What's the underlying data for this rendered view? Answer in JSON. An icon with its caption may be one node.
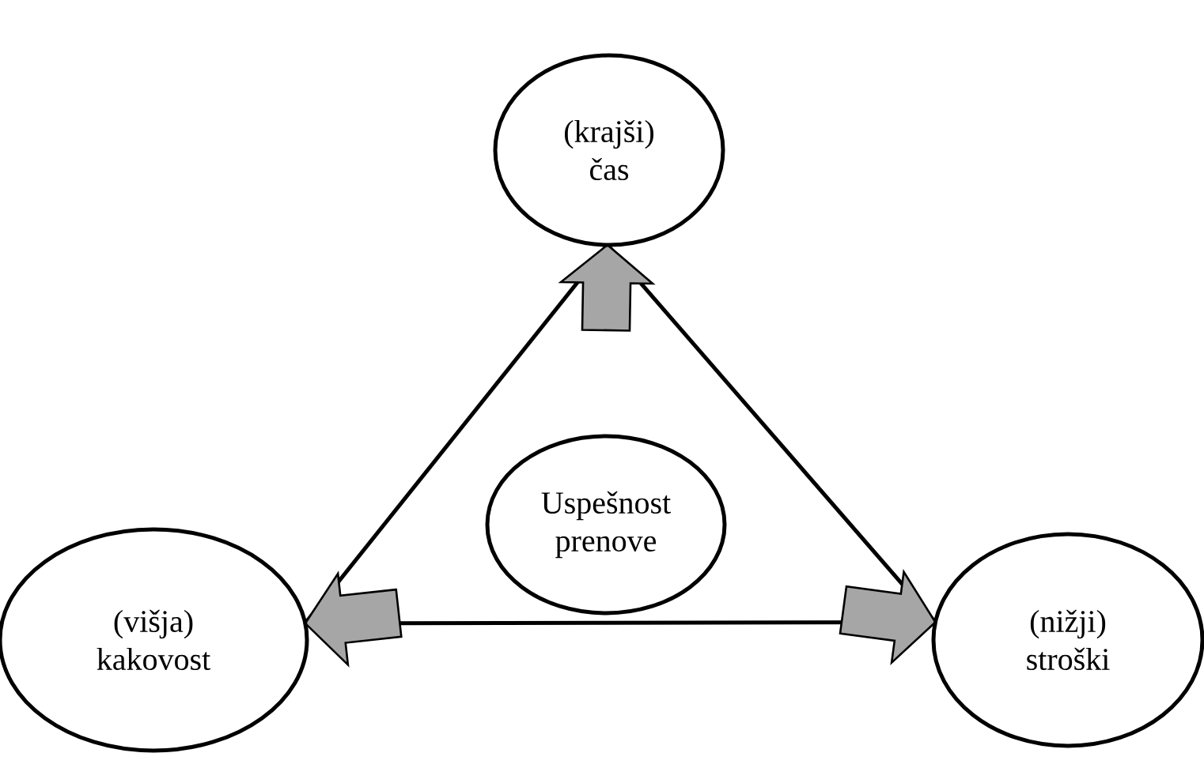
{
  "diagram": {
    "nodes": [
      {
        "text": [
          "Uspešnost prenove"
        ]
      },
      {
        "text": [
          "(krajši) čas"
        ]
      },
      {
        "text": [
          "(višja) kakovost"
        ]
      },
      {
        "text": [
          "(nižji) stroški"
        ]
      }
    ],
    "edges": [
      {
        "from": null,
        "to": 1,
        "arrow": "to",
        "style": "thick",
        "color": "#a6a6a6"
      },
      {
        "from": null,
        "to": 2,
        "arrow": "to",
        "style": "thick",
        "color": "#a6a6a6"
      },
      {
        "from": null,
        "to": 3,
        "arrow": "to",
        "style": "thick",
        "color": "#a6a6a6"
      },
      {
        "from": 1,
        "to": 2,
        "arrow": "none"
      },
      {
        "from": 1,
        "to": 3,
        "arrow": "none"
      },
      {
        "from": 2,
        "to": 3,
        "arrow": "none"
      }
    ]
  }
}
